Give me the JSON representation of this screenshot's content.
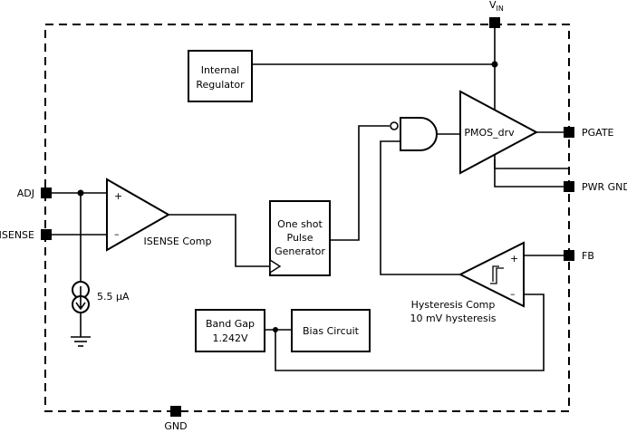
{
  "pins": {
    "vin_label": "V",
    "vin_sub": "IN",
    "adj": "ADJ",
    "isense": "ISENSE",
    "gnd": "GND",
    "pgate": "PGATE",
    "pwr_gnd": "PWR GND",
    "fb": "FB"
  },
  "blocks": {
    "internal_regulator": [
      "Internal",
      "Regulator"
    ],
    "one_shot": [
      "One shot",
      "Pulse",
      "Generator"
    ],
    "band_gap": [
      "Band Gap",
      "1.242V"
    ],
    "bias_circuit": "Bias Circuit",
    "pmos_drv": "PMOS_drv",
    "isense_comp": "ISENSE Comp",
    "hysteresis_comp": [
      "Hysteresis Comp",
      "10 mV hysteresis"
    ],
    "current_source": "5.5 μA"
  },
  "signs": {
    "plus": "+",
    "minus": "–"
  }
}
